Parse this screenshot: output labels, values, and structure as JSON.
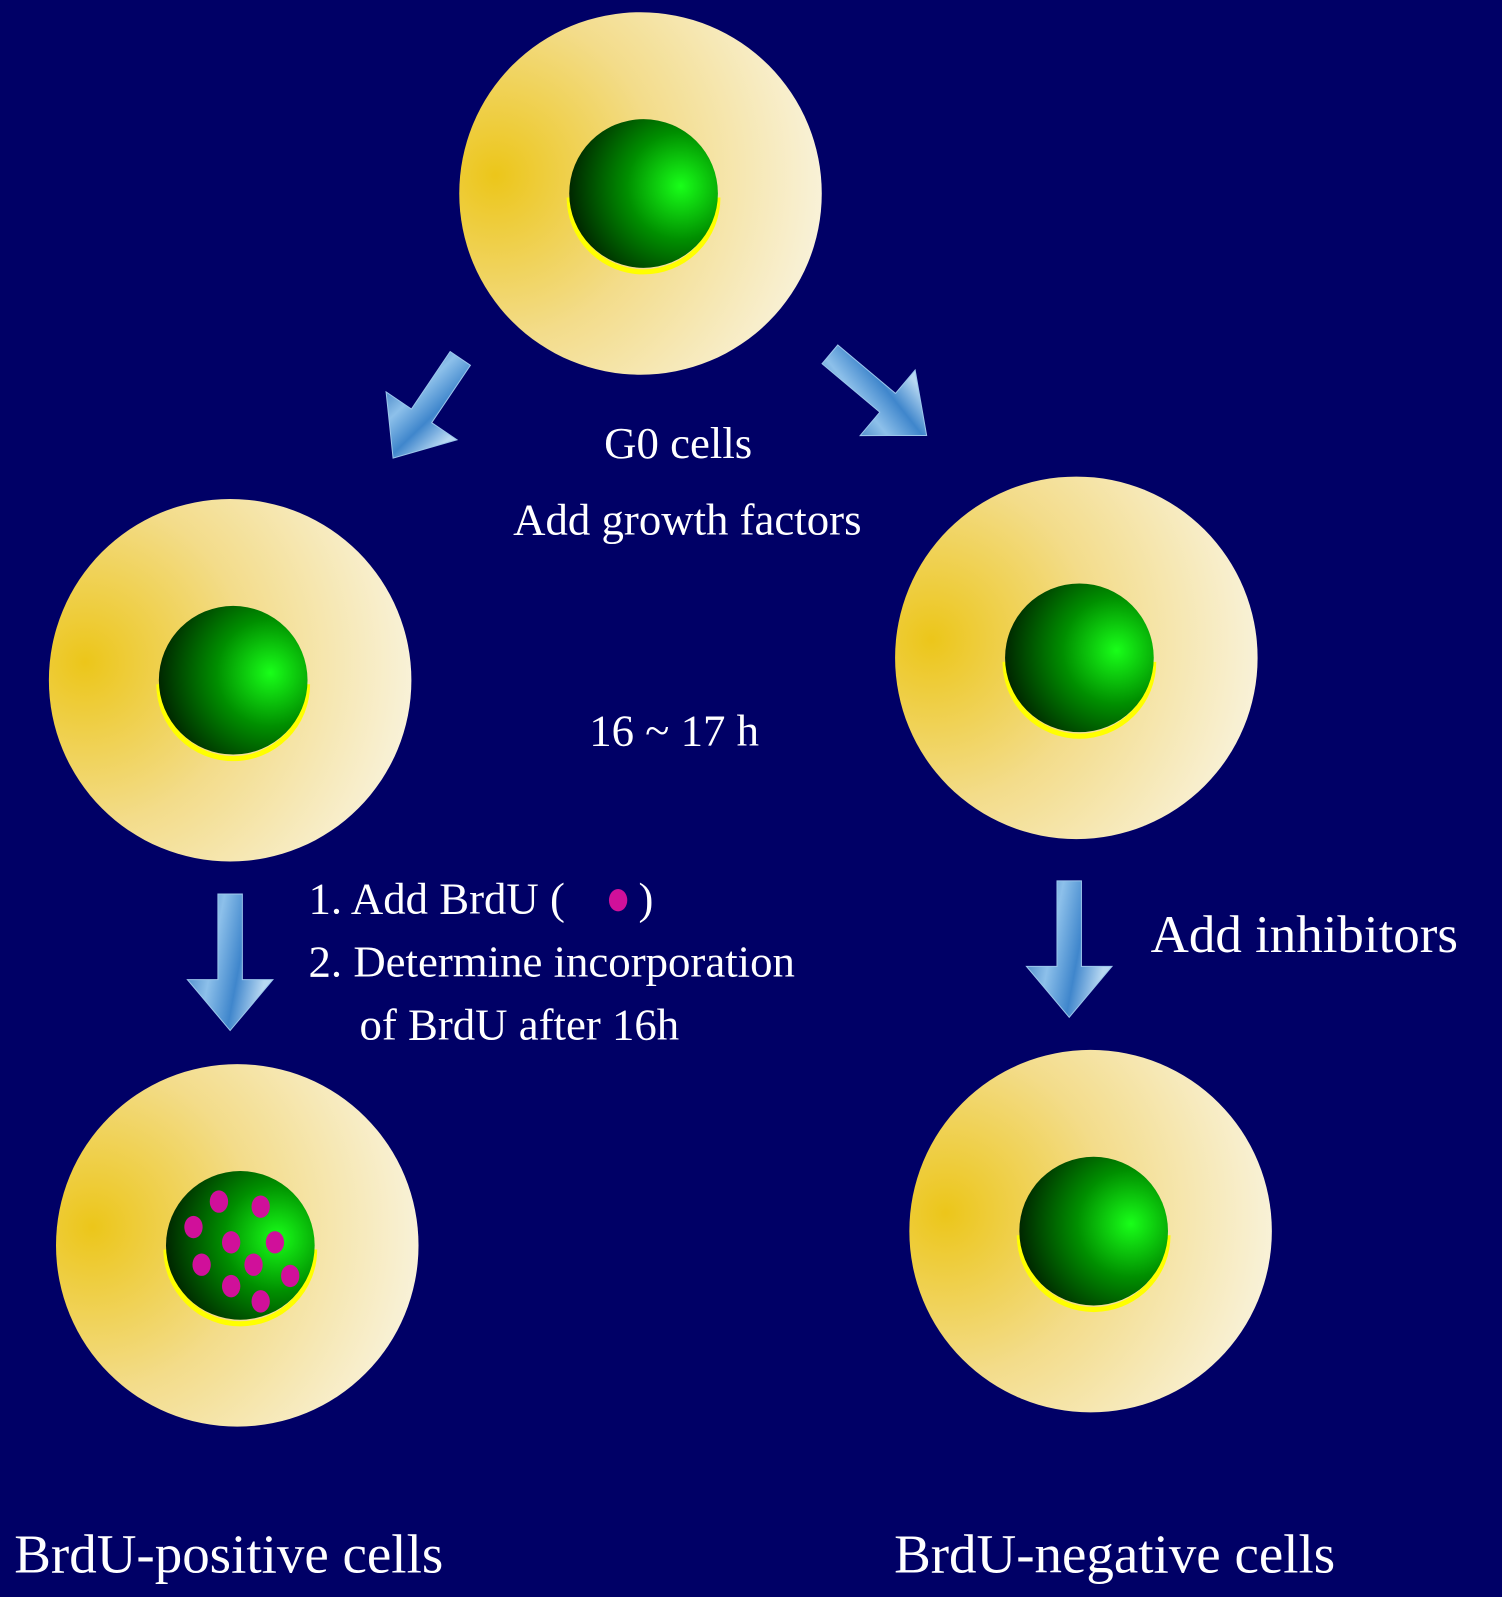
{
  "background_color": "#000066",
  "labels": {
    "g0_cells": "G0 cells",
    "add_growth_factors": "Add growth factors",
    "time": "16 ~ 17 h",
    "step1_prefix": "1. Add BrdU (",
    "step1_suffix": ")",
    "step2_line1": "2. Determine incorporation",
    "step2_line2": "of BrdU after 16h",
    "add_inhibitors": "Add inhibitors",
    "brdu_positive": "BrdU-positive cells",
    "brdu_negative": "BrdU-negative cells"
  },
  "colors": {
    "cytoplasm": "#f0cc2a",
    "nucleus": "#00cc00",
    "brdu_dot": "#d0109a",
    "arrow": "#4a8fd0"
  }
}
